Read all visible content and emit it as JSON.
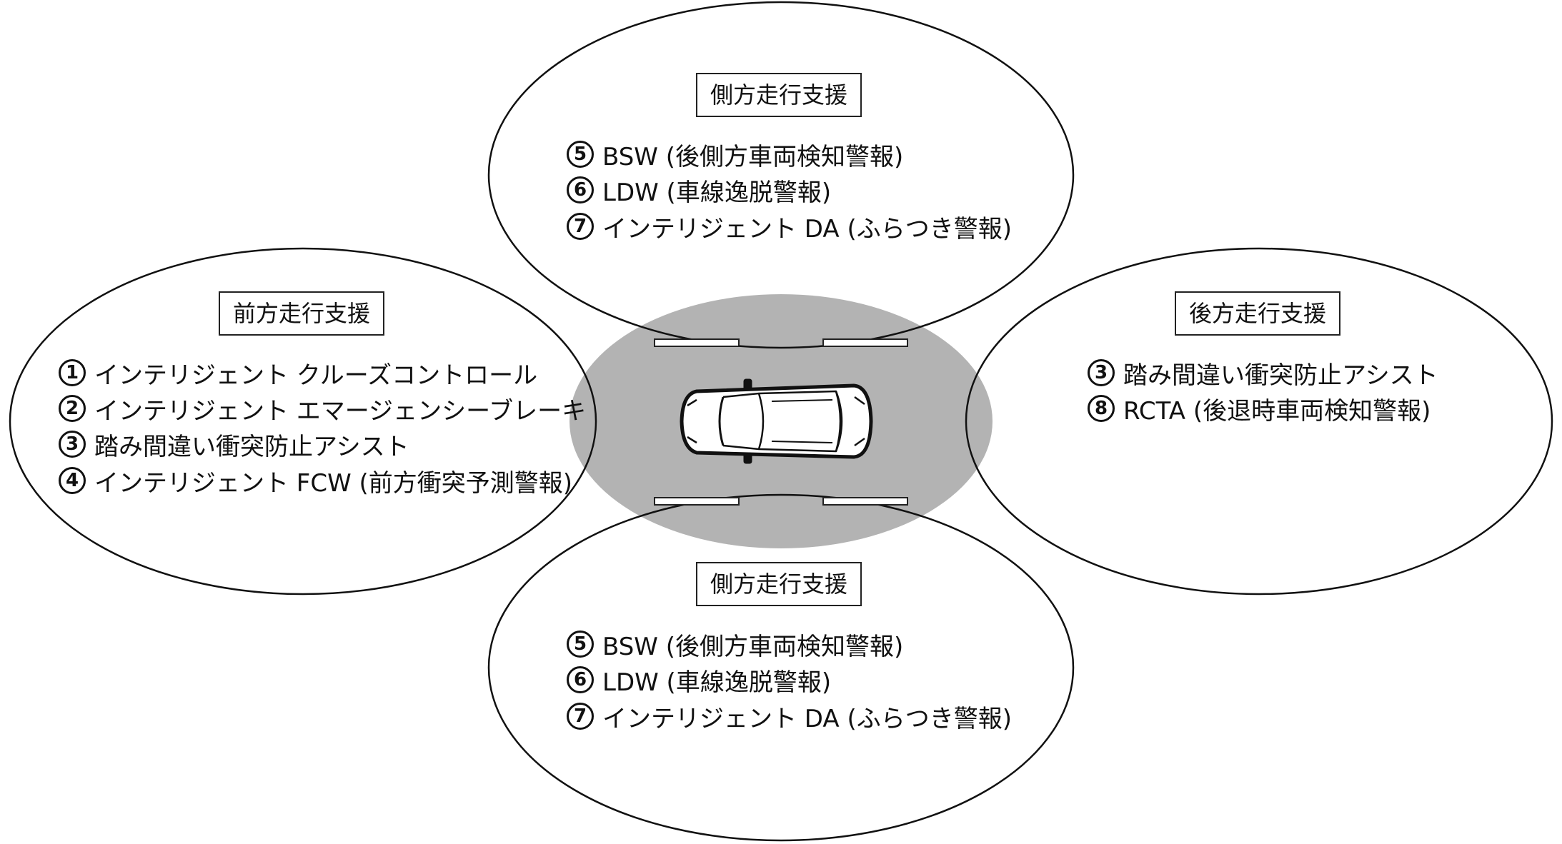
{
  "colors": {
    "ellipse_stroke": "#111111",
    "center_fill": "#b3b3b3",
    "car_stroke": "#111111"
  },
  "groups": {
    "top": {
      "title": "側方走行支援",
      "items": [
        {
          "num": "5",
          "text": "BSW (後側方車両検知警報)"
        },
        {
          "num": "6",
          "text": "LDW (車線逸脱警報)"
        },
        {
          "num": "7",
          "text": "インテリジェント DA (ふらつき警報)"
        }
      ]
    },
    "left": {
      "title": "前方走行支援",
      "items": [
        {
          "num": "1",
          "text": "インテリジェント クルーズコントロール"
        },
        {
          "num": "2",
          "text": "インテリジェント エマージェンシーブレーキ"
        },
        {
          "num": "3",
          "text": "踏み間違い衝突防止アシスト"
        },
        {
          "num": "4",
          "text": "インテリジェント FCW (前方衝突予測警報)"
        }
      ]
    },
    "right": {
      "title": "後方走行支援",
      "items": [
        {
          "num": "3",
          "text": "踏み間違い衝突防止アシスト"
        },
        {
          "num": "8",
          "text": "RCTA (後退時車両検知警報)"
        }
      ]
    },
    "bottom": {
      "title": "側方走行支援",
      "items": [
        {
          "num": "5",
          "text": "BSW (後側方車両検知警報)"
        },
        {
          "num": "6",
          "text": "LDW (車線逸脱警報)"
        },
        {
          "num": "7",
          "text": "インテリジェント DA (ふらつき警報)"
        }
      ]
    }
  }
}
